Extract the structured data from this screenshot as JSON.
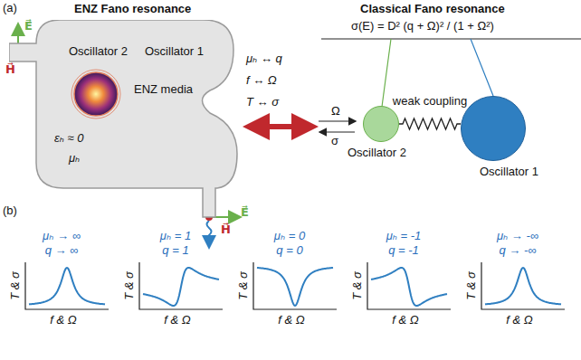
{
  "diagram": {
    "nodes": [
      {
        "text": [
          "Oscillator 2",
          "Oscillator 1",
          "ENZ media",
          "εₕ ≈ 0",
          "μₕ"
        ]
      },
      {
        "text": [
          "Oscillator 2"
        ]
      },
      {
        "text": [
          "Oscillator 1"
        ]
      }
    ],
    "edges": [
      {
        "from": 1,
        "to": 2,
        "arrow": "none",
        "label": "weak coupling"
      }
    ],
    "labels": [
      "(a)",
      "ENZ Fano resonance",
      "Classical Fano resonance",
      "σ(E) = D² (q + Ω)² / (1 + Ω²)",
      "E⃗",
      "H⃗",
      "μₕ ↔ q",
      "f ↔ Ω",
      "T ↔ σ",
      "Ω",
      "σ",
      "H⃗",
      "E⃗",
      "(b)",
      "μₕ → ∞",
      "q → ∞",
      "T & σ",
      "f & Ω",
      "μₕ = 1",
      "q = 1",
      "T & σ",
      "f & Ω",
      "μₕ = 0",
      "q = 0",
      "T & σ",
      "f & Ω",
      "μₕ = -1",
      "q = -1",
      "T & σ",
      "f & Ω",
      "μₕ → -∞",
      "q → -∞",
      "T & σ",
      "f & Ω"
    ]
  }
}
